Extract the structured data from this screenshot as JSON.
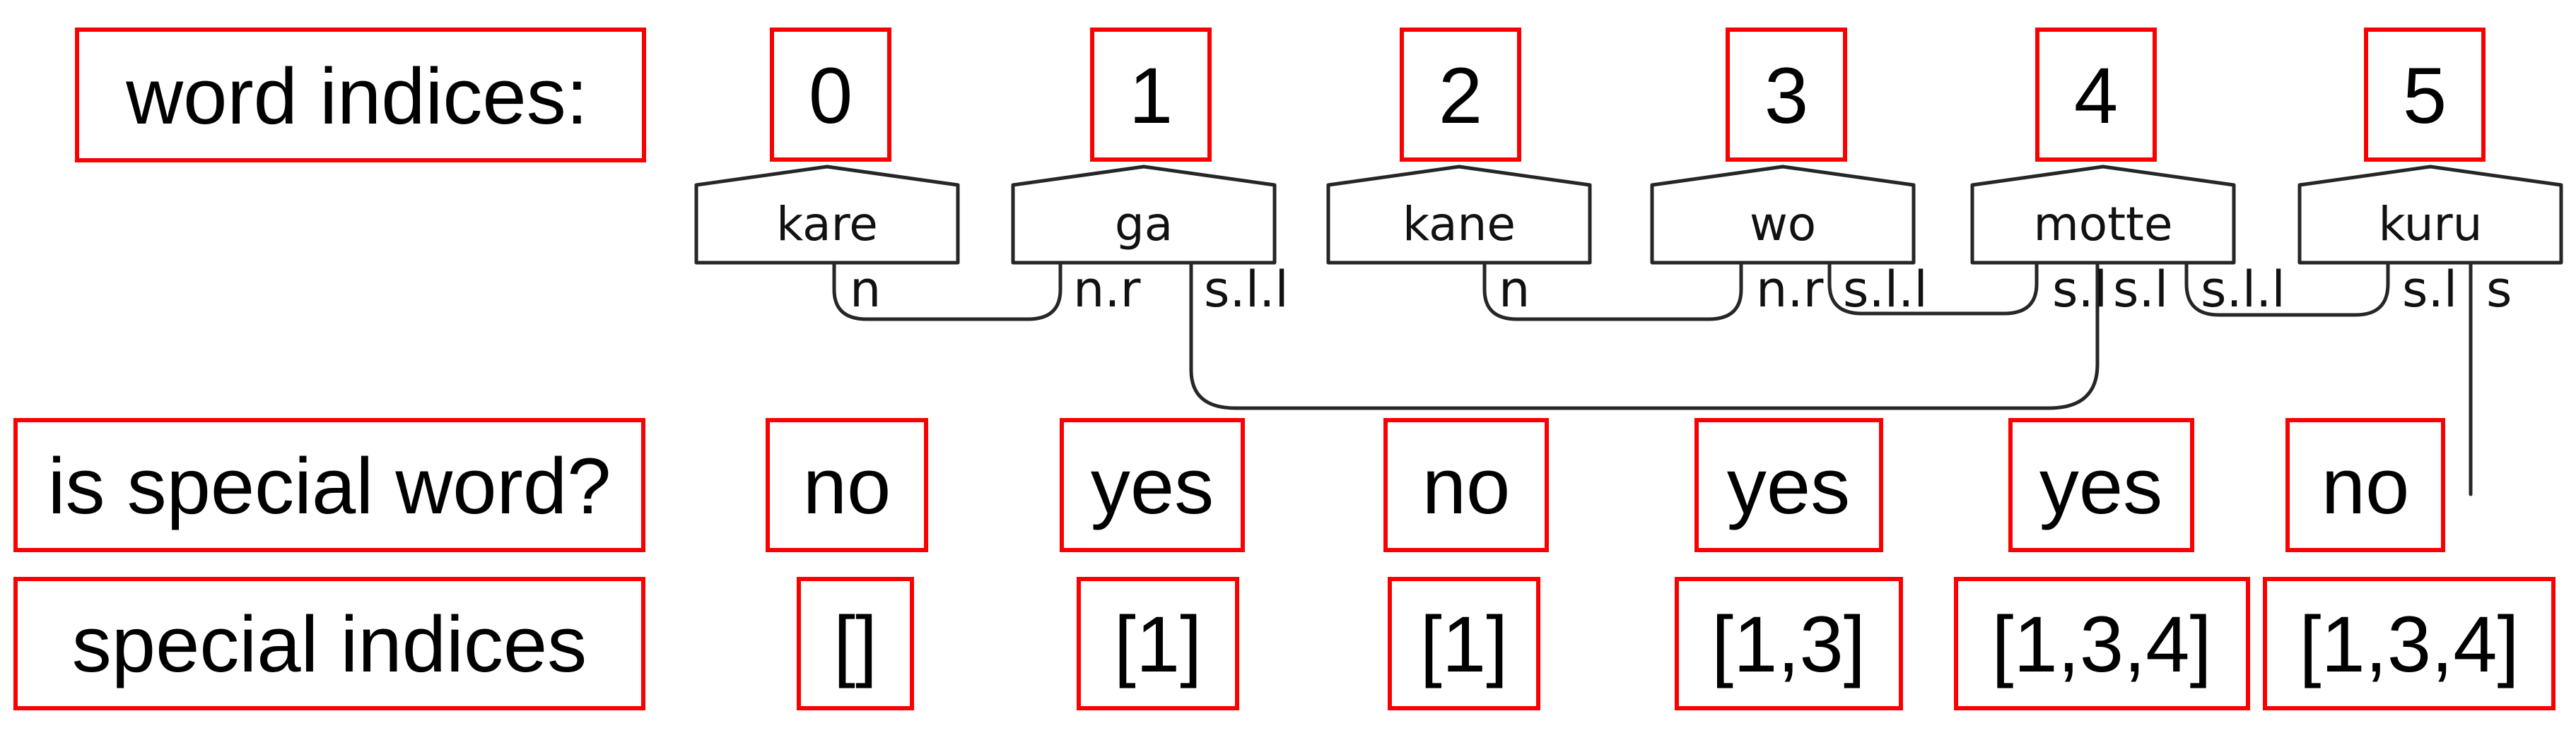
{
  "title_row": {
    "label": "word indices:",
    "values": [
      "0",
      "1",
      "2",
      "3",
      "4",
      "5"
    ]
  },
  "row_labels": {
    "is_special": "is special word?",
    "special_indices": "special indices"
  },
  "words": [
    {
      "label": "kare",
      "index": "0",
      "is_special": "no",
      "special_indices": "[]",
      "ports": [
        "n"
      ]
    },
    {
      "label": "ga",
      "index": "1",
      "is_special": "yes",
      "special_indices": "[1]",
      "ports": [
        "n.r",
        "s.l.l"
      ]
    },
    {
      "label": "kane",
      "index": "2",
      "is_special": "no",
      "special_indices": "[1]",
      "ports": [
        "n"
      ]
    },
    {
      "label": "wo",
      "index": "3",
      "is_special": "yes",
      "special_indices": "[1,3]",
      "ports": [
        "n.r",
        "s.l.l"
      ]
    },
    {
      "label": "motte",
      "index": "4",
      "is_special": "yes",
      "special_indices": "[1,3,4]",
      "ports": [
        "s.l",
        "s.l",
        "s.l.l"
      ]
    },
    {
      "label": "kuru",
      "index": "5",
      "is_special": "no",
      "special_indices": "[1,3,4]",
      "ports": [
        "s.l",
        "s"
      ]
    }
  ],
  "dependencies": [
    {
      "from": "kare.n",
      "to": "ga.n.r"
    },
    {
      "from": "kane.n",
      "to": "wo.n.r"
    },
    {
      "from": "wo.s.l.l",
      "to": "motte.s.l"
    },
    {
      "from": "ga.s.l.l",
      "to": "motte.s.l"
    },
    {
      "from": "motte.s.l.l",
      "to": "kuru.s.l"
    }
  ],
  "root_line_from": "kuru.s",
  "colors": {
    "box_border": "#fb0000",
    "text": "#000000",
    "line": "#262626"
  }
}
